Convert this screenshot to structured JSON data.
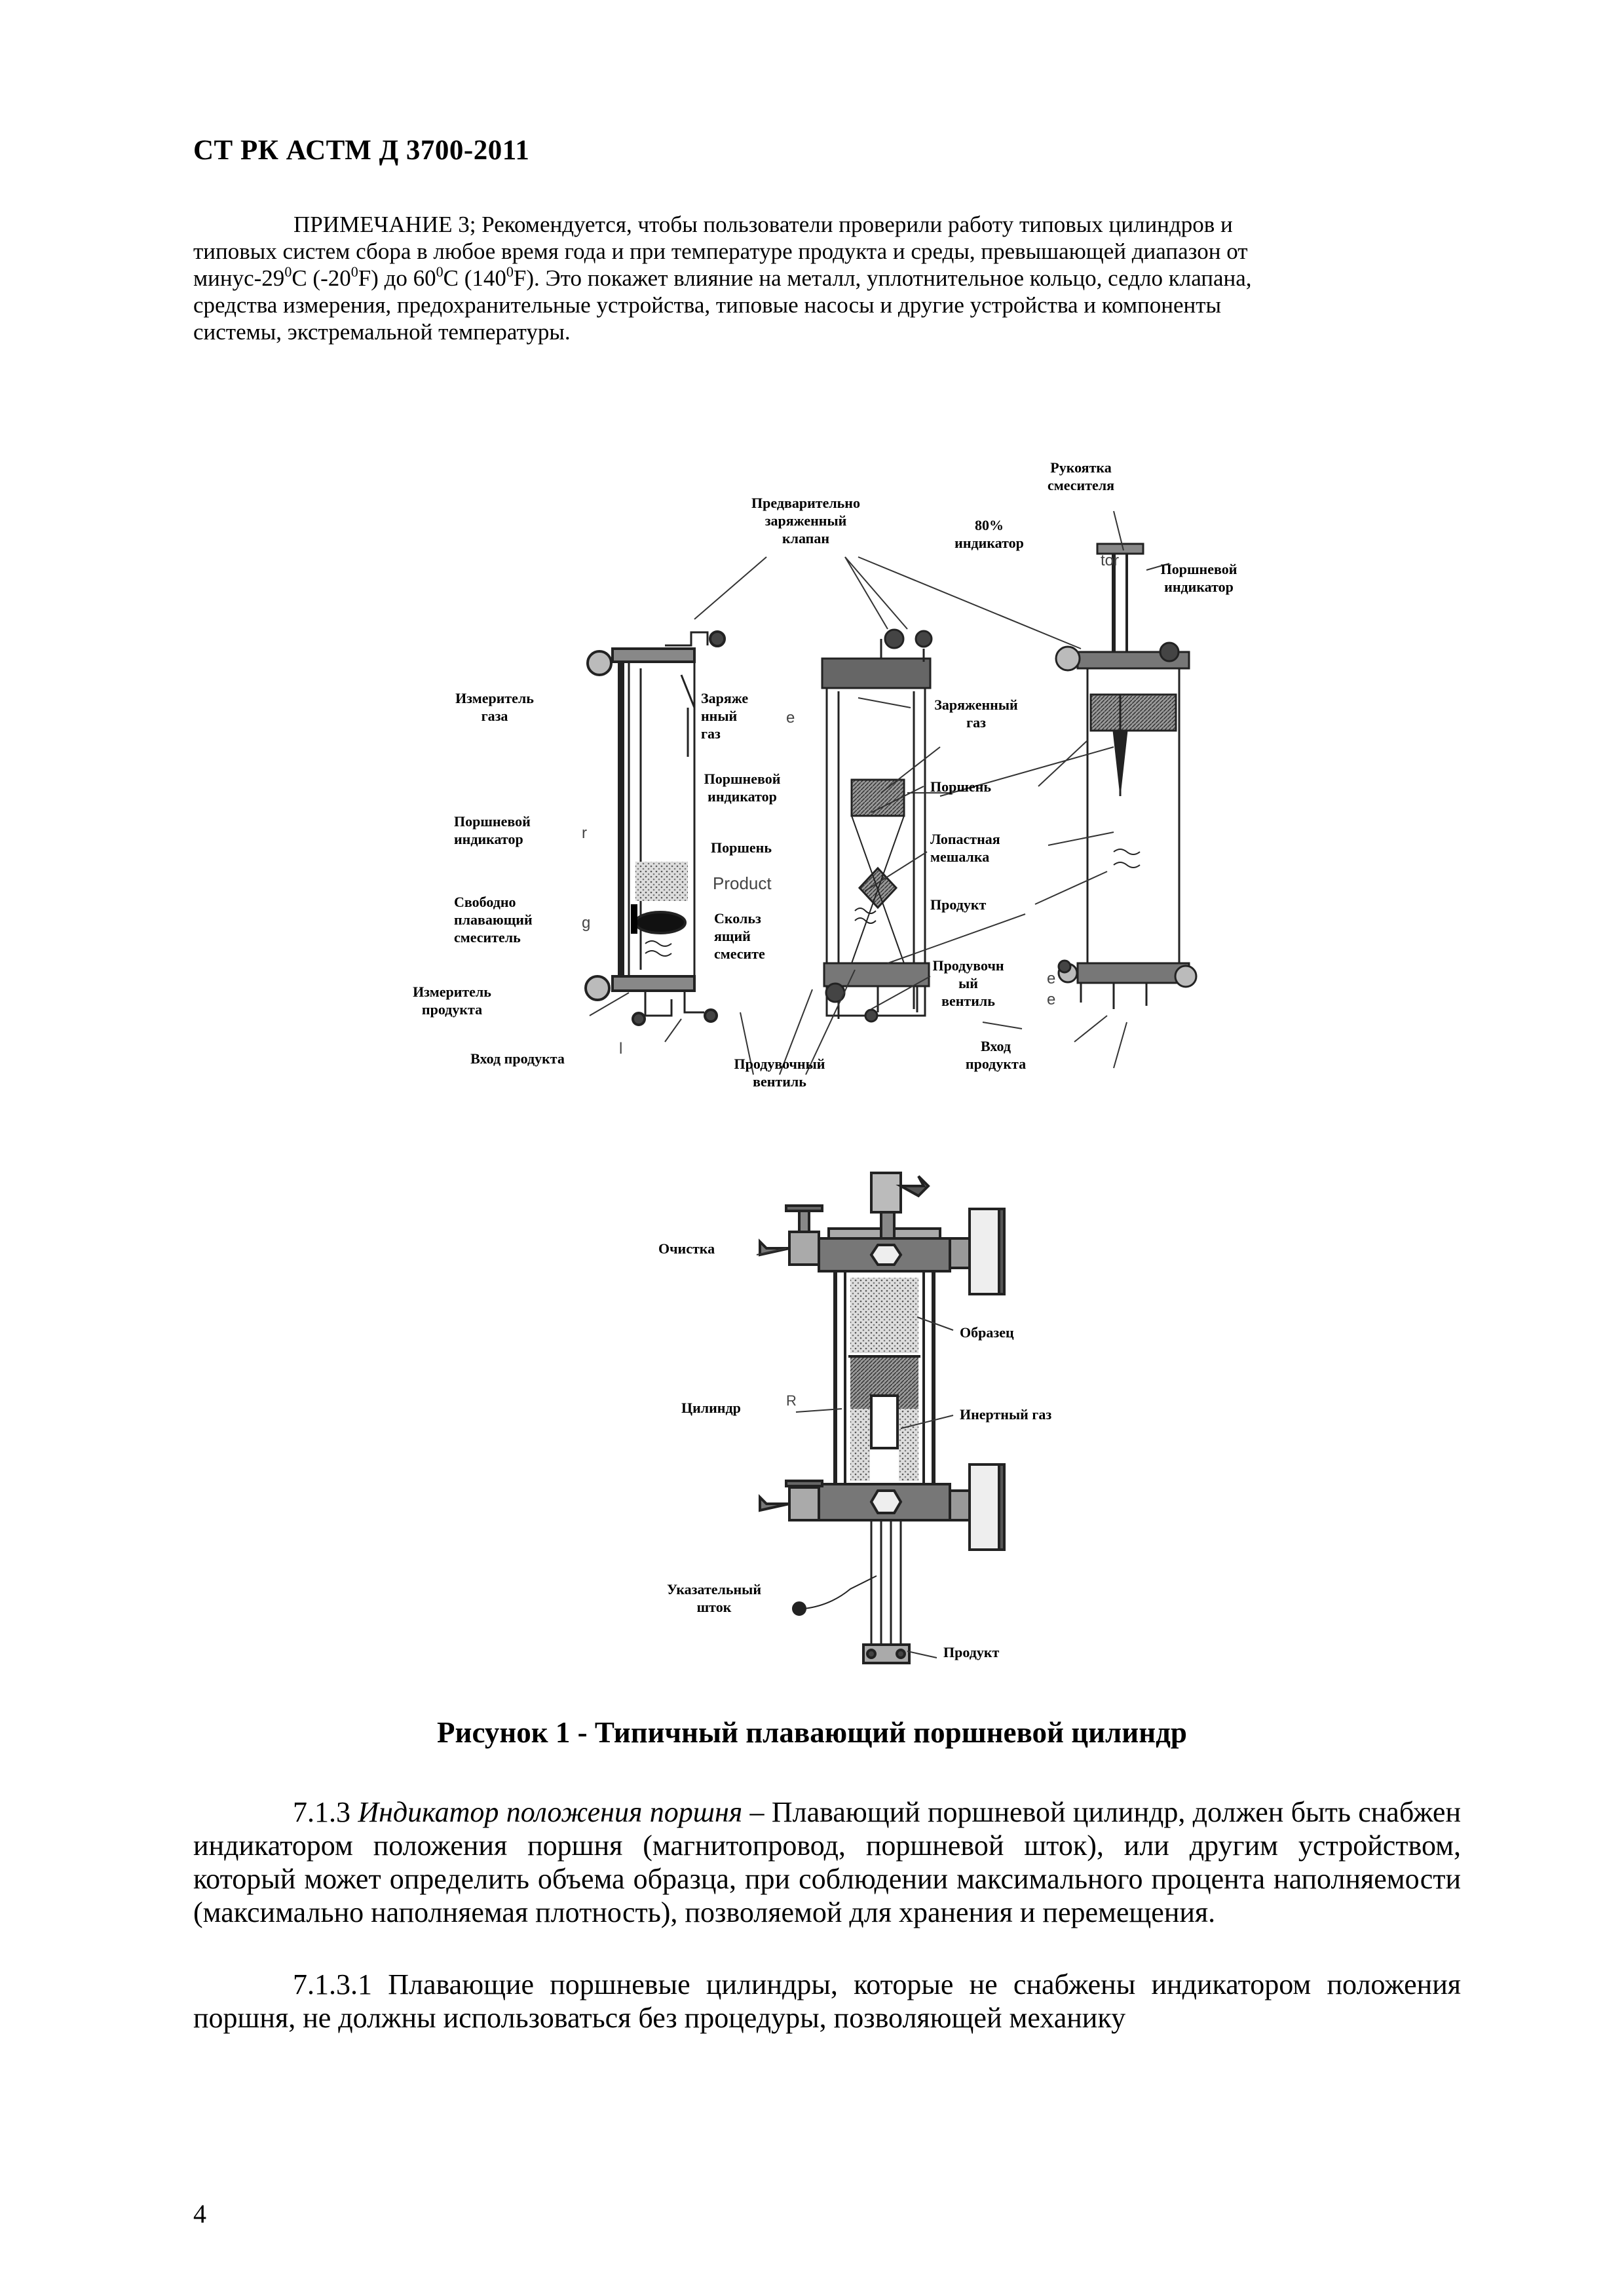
{
  "header": "СТ РК АСТМ Д 3700-2011",
  "note": {
    "l1": "ПРИМЕЧАНИЕ 3; Рекомендуется, чтобы пользователи проверили работу типовых цилиндров и",
    "l2": "типовых систем сбора в любое время года и при температуре продукта и среды, превышающей диапазон от",
    "l3a": "минус-29",
    "l3b": "C (-20",
    "l3c": "F) до 60",
    "l3d": "C (140",
    "l3e": "F). Это покажет влияние на металл, уплотнительное кольцо, седло клапана,",
    "l4": "средства измерения, предохранительные устройства, типовые насосы и другие устройства и компоненты",
    "l5": "системы, экстремальной температуры.",
    "deg": "0"
  },
  "figure_top": {
    "labels": {
      "rukoyatka": "Рукоятка\nсмесителя",
      "predvar": "Предварительно\nзаряженный\nклапан",
      "ind80": "80%\nиндикатор",
      "porsh_ind_right": "Поршневой\nиндикатор",
      "izm_gaza": "Измеритель\nгаза",
      "zaryazh_gaz_mid": "Заряже\nнный\nгаз",
      "zaryazh_gaz_right": "Заряженный\nгаз",
      "porsh_ind_mid": "Поршневой\nиндикатор",
      "porshen_right": "Поршень",
      "porsh_ind_left": "Поршневой\nиндикатор",
      "porshen_mid": "Поршень",
      "lopast": "Лопастная\nмешалка",
      "svobodno": "Свободно\nплавающий\nсмеситель",
      "skolz": "Скольз\nящий\nсмесите",
      "produkt_right": "Продукт",
      "produv_right": "Продувочн\nый\nвентиль",
      "izm_produkta": "Измеритель\nпродукта",
      "vhod_left": "Вход продукта",
      "produv_bottom": "Продувочный\nвентиль",
      "vhod_right": "Вход\nпродукта"
    },
    "fragments": {
      "product": "Product",
      "tor": "tor",
      "r": "r",
      "g": "g",
      "e1": "e",
      "e2": "e",
      "e3": "e",
      "l": "l"
    }
  },
  "figure_bottom": {
    "labels": {
      "ochistka": "Очистка",
      "obrazets": "Образец",
      "tsilindr": "Цилиндр",
      "inert": "Инертный газ",
      "ukaz": "Указательный\nшток",
      "produkt": "Продукт"
    },
    "fragment_r": "R"
  },
  "caption": "Рисунок 1 - Типичный плавающий поршневой цилиндр",
  "p1": {
    "num": "7.1.3 ",
    "italic": "Индикатор положения поршня",
    "rest": " – Плавающий поршневой цилиндр, должен быть снабжен индикатором положения поршня (магнитопровод, поршневой шток), или другим устройством, который может  определить объема образца, при соблюдении максимального процента наполняемости (максимально наполняемая плотность), позволяемой для хранения и перемещения."
  },
  "p2": "7.1.3.1 Плавающие поршневые цилиндры, которые не снабжены индикатором положения поршня, не должны использоваться без процедуры, позволяющей механику",
  "page_number": "4"
}
